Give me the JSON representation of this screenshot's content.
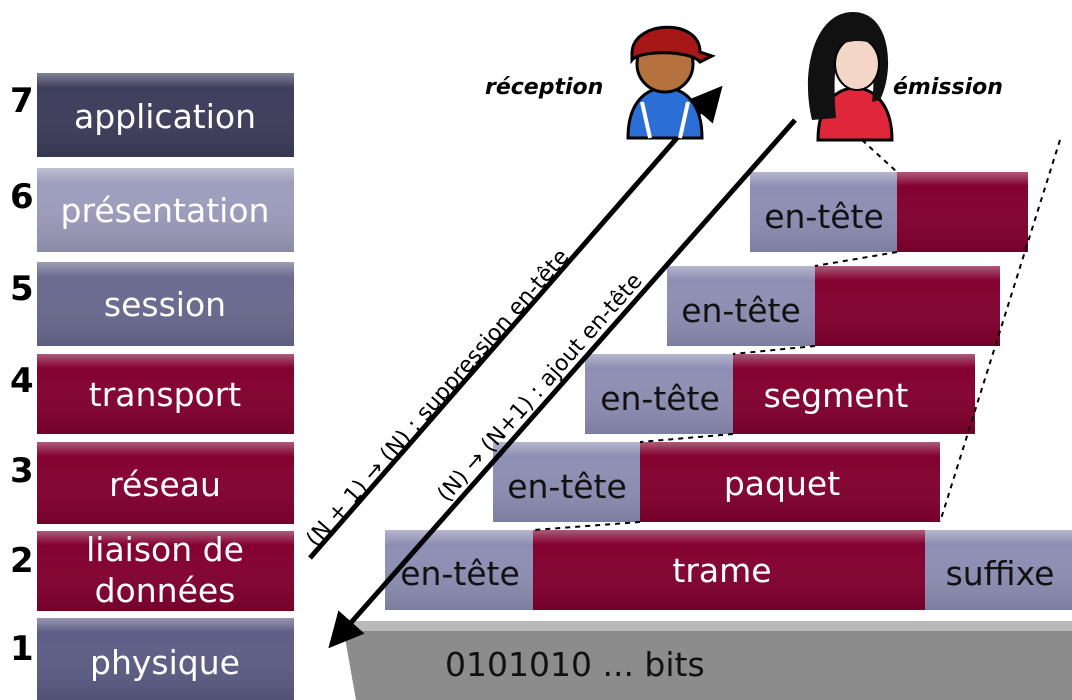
{
  "layers": [
    {
      "number": "7",
      "name": "application",
      "color": "#3d3d5c"
    },
    {
      "number": "6",
      "name": "présentation",
      "color": "#9d9dbd"
    },
    {
      "number": "5",
      "name": "session",
      "color": "#6a6a90"
    },
    {
      "number": "4",
      "name": "transport",
      "color": "#83002f"
    },
    {
      "number": "3",
      "name": "réseau",
      "color": "#83002f"
    },
    {
      "number": "2",
      "name_line1": "liaison de",
      "name_line2": "données",
      "color": "#83002f"
    },
    {
      "number": "1",
      "name": "physique",
      "color": "#5d5d86"
    }
  ],
  "roles": {
    "receiver": "réception",
    "sender": "émission"
  },
  "arrows": {
    "up": "(N + 1) → (N) : suppression en-tête",
    "down": "(N) → (N+1) : ajout en-tête"
  },
  "pdu": {
    "header": "en-tête",
    "segment": "segment",
    "packet": "paquet",
    "frame": "trame",
    "trailer": "suffixe",
    "bits": "0101010 ...  bits"
  },
  "colors": {
    "header_fill": "#8e8eb4",
    "payload_fill": "#83002f",
    "bits_fill": "#8c8c8c"
  }
}
